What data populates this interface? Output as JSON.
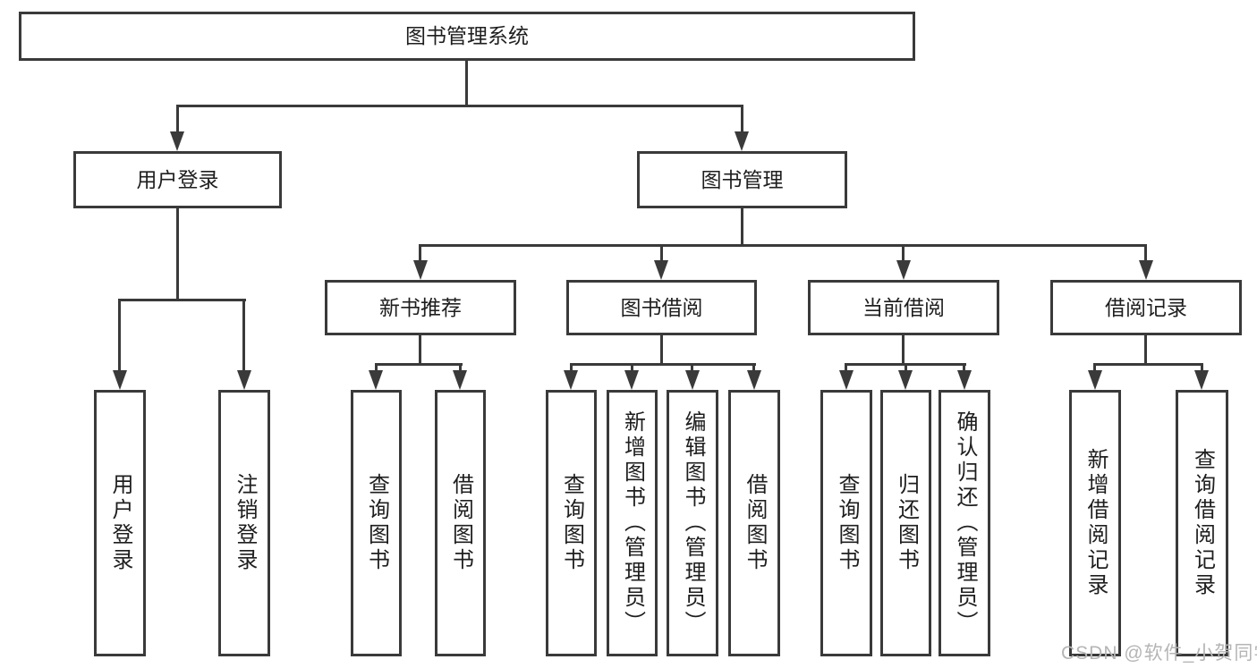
{
  "diagram": {
    "type": "tree",
    "root": {
      "label": "图书管理系统"
    },
    "branches": [
      {
        "label": "用户登录",
        "children": [
          {
            "label": "用户登录"
          },
          {
            "label": "注销登录"
          }
        ]
      },
      {
        "label": "图书管理",
        "children": [
          {
            "label": "新书推荐",
            "children": [
              {
                "label": "查询图书"
              },
              {
                "label": "借阅图书"
              }
            ]
          },
          {
            "label": "图书借阅",
            "children": [
              {
                "label": "查询图书"
              },
              {
                "label": "新增图书（管理员）"
              },
              {
                "label": "编辑图书（管理员）"
              },
              {
                "label": "借阅图书"
              }
            ]
          },
          {
            "label": "当前借阅",
            "children": [
              {
                "label": "查询图书"
              },
              {
                "label": "归还图书"
              },
              {
                "label": "确认归还（管理员）"
              }
            ]
          },
          {
            "label": "借阅记录",
            "children": [
              {
                "label": "新增借阅记录"
              },
              {
                "label": "查询借阅记录"
              }
            ]
          }
        ]
      }
    ]
  },
  "watermark": {
    "text": "CSDN @软件_小贺同学",
    "color": "#b5b5b5"
  },
  "colors": {
    "line": "#3a3a3a",
    "box_border": "#3a3a3a",
    "text": "#1e1e1e",
    "background": "#ffffff",
    "watermark": "#b5b5b5"
  }
}
